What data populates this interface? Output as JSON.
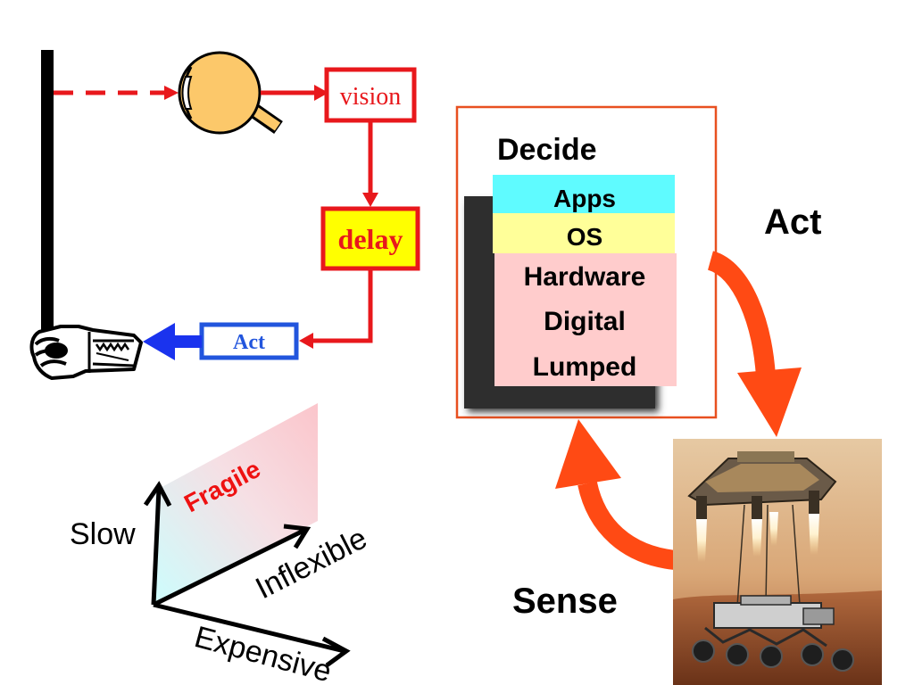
{
  "left_loop": {
    "vision_label": "vision",
    "delay_label": "delay",
    "act_label": "Act"
  },
  "stack": {
    "title": "Decide",
    "layers": [
      {
        "label": "Apps",
        "color": "#5ffbff"
      },
      {
        "label": "OS",
        "color": "#ffff99"
      },
      {
        "label": "Hardware",
        "color": "#ffcccc"
      },
      {
        "label": "Digital",
        "color": "#ffcccc"
      },
      {
        "label": "Lumped",
        "color": "#ffcccc"
      }
    ]
  },
  "right_loop": {
    "act_label": "Act",
    "sense_label": "Sense",
    "arrow_color": "#ff4a14"
  },
  "tradeoff": {
    "region_label": "Fragile",
    "axis_up": "Slow",
    "axis_diagonal": "Inflexible",
    "axis_down": "Expensive"
  },
  "colors": {
    "red": "#e8181c",
    "blue": "#2255dd",
    "eye_fill": "#fcc86a",
    "delay_fill": "#ffff00"
  }
}
